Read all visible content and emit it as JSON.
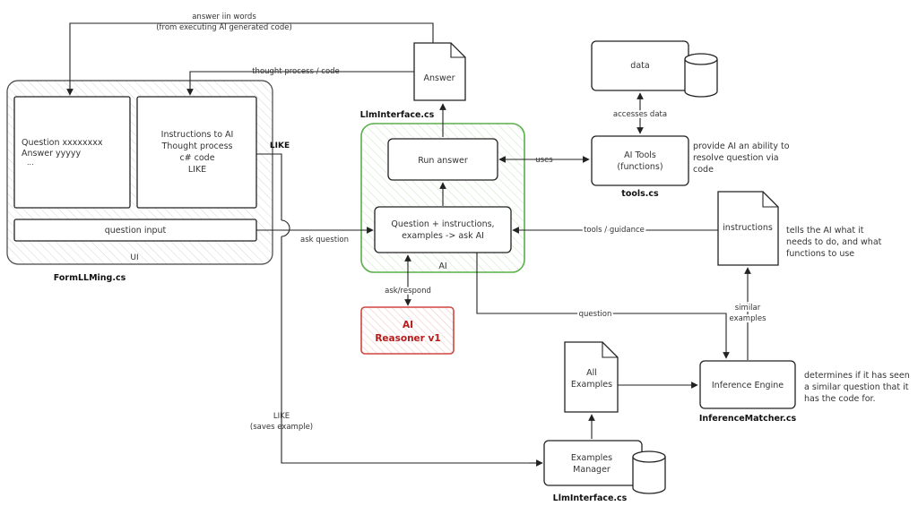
{
  "diagram": {
    "edge_labels": {
      "answer_in_words_1": "answer iin words",
      "answer_in_words_2": "(from executing AI generated code)",
      "thought_process": "thought process / code",
      "ask_question": "ask question",
      "uses": "uses",
      "accesses_data": "accesses data",
      "tools_guidance": "tools / guidance",
      "ask_respond": "ask/respond",
      "question": "question",
      "similar_1": "similar",
      "similar_2": "examples",
      "like_top": "LIKE",
      "like_bottom_1": "LIKE",
      "like_bottom_2": "(saves example)"
    },
    "ui": {
      "left_panel_line1": "Question xxxxxxxx",
      "left_panel_line2": "Answer   yyyyy",
      "left_panel_line3": "...",
      "right_panel_line1": "Instructions to AI",
      "right_panel_line2": "Thought process",
      "right_panel_line3": "c# code",
      "right_panel_line4": "LIKE",
      "question_input": "question input",
      "group_label": "UI",
      "file_label": "FormLLMing.cs"
    },
    "answer_doc": "Answer",
    "llminterface_top": "LlmInterface.cs",
    "ai_group": {
      "run_answer": "Run answer",
      "question_box_line1": "Question + instructions,",
      "question_box_line2": "examples -> ask AI",
      "group_label": "AI"
    },
    "reasoner": {
      "line1": "AI",
      "line2": "Reasoner v1"
    },
    "data_box": "data",
    "ai_tools": {
      "line1": "AI Tools",
      "line2": "(functions)",
      "file": "tools.cs"
    },
    "tools_desc": [
      "provide AI an ability to",
      "resolve question via",
      "code"
    ],
    "instructions_doc": "instructions",
    "instructions_desc": [
      "tells the AI what it",
      "needs to do, and what",
      "functions to use"
    ],
    "all_examples": {
      "line1": "All",
      "line2": "Examples"
    },
    "inference_engine": {
      "label": "Inference Engine",
      "file": "InferenceMatcher.cs"
    },
    "inference_desc": [
      "determines if it has seen",
      "a similar question that it",
      "has the code for."
    ],
    "examples_manager": {
      "line1": "Examples",
      "line2": "Manager",
      "file": "LlmInterface.cs"
    }
  }
}
